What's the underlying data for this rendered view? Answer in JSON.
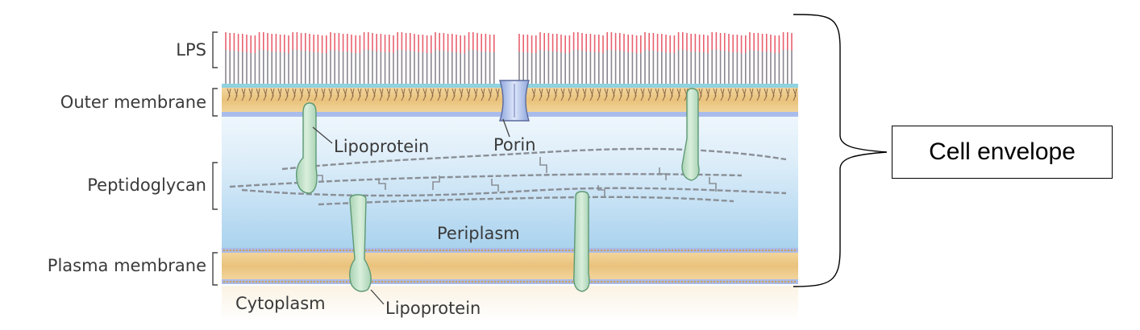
{
  "labels": {
    "lps": "LPS",
    "outer_membrane": "Outer membrane",
    "peptidoglycan": "Peptidoglycan",
    "plasma_membrane": "Plasma membrane",
    "lipoprotein_top": "Lipoprotein",
    "porin": "Porin",
    "periplasm": "Periplasm",
    "cytoplasm": "Cytoplasm",
    "lipoprotein_bottom": "Lipoprotein"
  },
  "callout": {
    "cell_envelope": "Cell envelope"
  },
  "colors": {
    "lps_red": "#e8606e",
    "lps_grey": "#8a8690",
    "membrane_tan": "#ecc98a",
    "membrane_blue": "#9fb4e6",
    "periplasm_blue": "#bcdcf2",
    "lipoprotein_green": "#c6e4cc",
    "porin_blue": "#b8c8ee"
  },
  "icons": {
    "porin": "porin-channel-icon",
    "lipoprotein": "lipoprotein-anchor-icon"
  }
}
